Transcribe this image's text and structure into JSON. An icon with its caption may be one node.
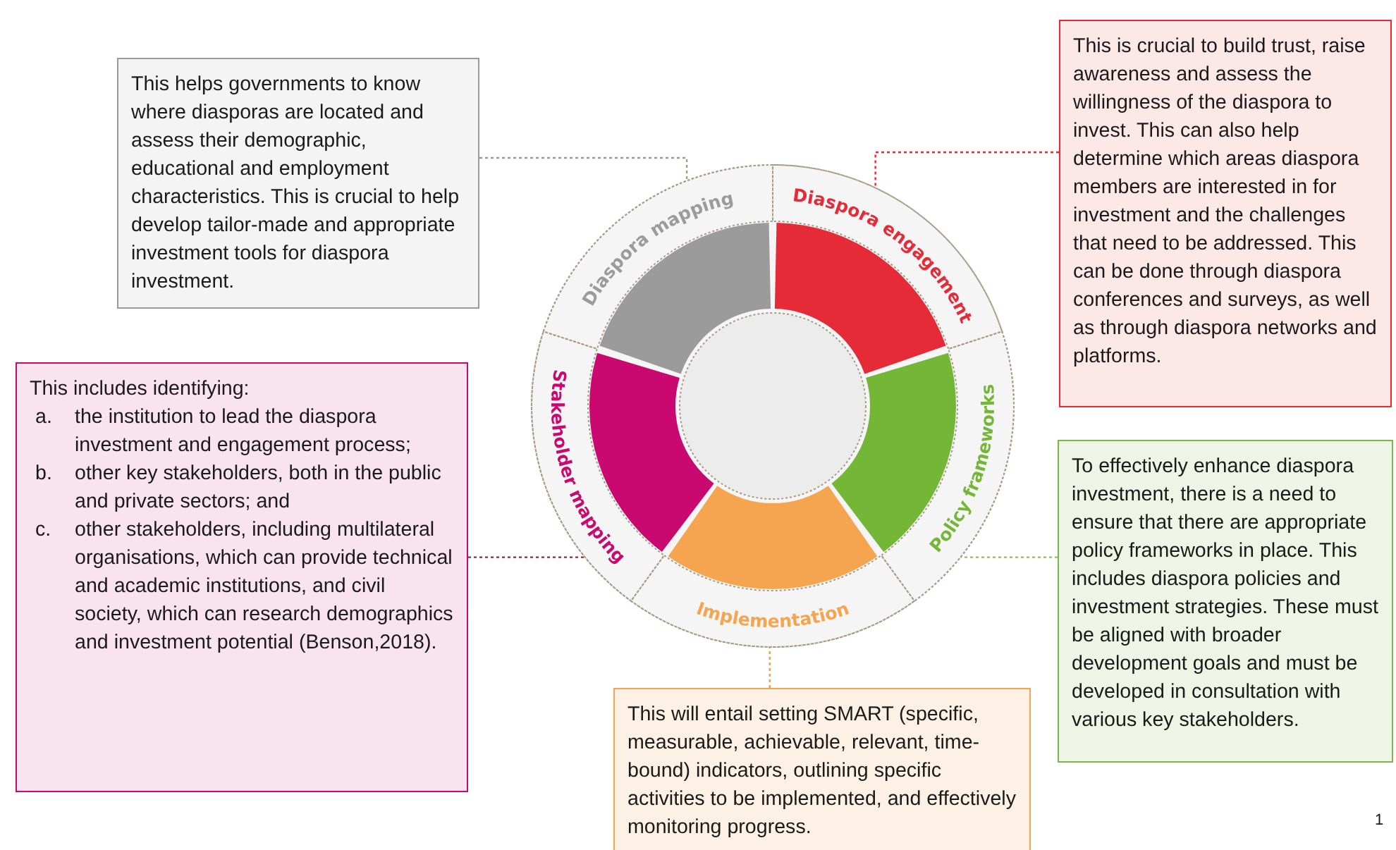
{
  "diagram": {
    "nodes": [
      {
        "text": [
          "This helps governments to know where diasporas are located and assess their demographic, educational and employment characteristics. This is crucial to help develop tailor-made and appropriate investment tools for diaspora investment."
        ]
      },
      {
        "text": [
          "This is crucial to build trust, raise awareness and assess the willingness of the diaspora to invest. This can also help determine which areas diaspora members are interested in for investment and the challenges that need to be addressed. This can be done through diaspora conferences and surveys, as well as through diaspora networks and platforms."
        ]
      },
      {
        "text": [
          "This includes identifying:",
          "a.",
          "the institution to lead the diaspora investment and engagement process;",
          "b.",
          "other key stakeholders, both in the public and private sectors; and",
          "c.",
          "other stakeholders, including multilateral organisations, which can provide technical and academic institutions, and civil society, which can research demographics and investment potential (Benson,2018)."
        ]
      },
      {
        "text": [
          "To effectively enhance diaspora investment, there is a need to ensure that there are appropriate policy frameworks in place. This includes diaspora policies and investment strategies. These must be aligned with broader development goals and must be developed in consultation with various key stakeholders."
        ]
      },
      {
        "text": [
          "This will entail setting SMART (specific, measurable, achievable, relevant, time-bound) indicators, outlining specific activities to be implemented, and effectively monitoring progress."
        ]
      },
      {
        "text": [
          "Diaspora mapping"
        ]
      },
      {
        "text": [
          "Diaspora engagement"
        ]
      },
      {
        "text": [
          "Policy frameworks"
        ]
      },
      {
        "text": [
          "Implementation"
        ]
      },
      {
        "text": [
          "Stakeholder mapping"
        ]
      }
    ],
    "edges": [
      {
        "from": 0,
        "to": 5,
        "arrow": "none",
        "style": "dashed",
        "color": "#a89c84"
      },
      {
        "from": 1,
        "to": 6,
        "arrow": "none",
        "style": "dashed",
        "color": "#e52b38"
      },
      {
        "from": 2,
        "to": 9,
        "arrow": "none",
        "style": "dashed",
        "color": "#a0233c"
      },
      {
        "from": 3,
        "to": 7,
        "arrow": "none",
        "style": "dashed",
        "color": "#8cc35a"
      },
      {
        "from": 4,
        "to": 8,
        "arrow": "none",
        "style": "dashed",
        "color": "#e8a05a"
      }
    ],
    "labels": [
      "1"
    ]
  }
}
